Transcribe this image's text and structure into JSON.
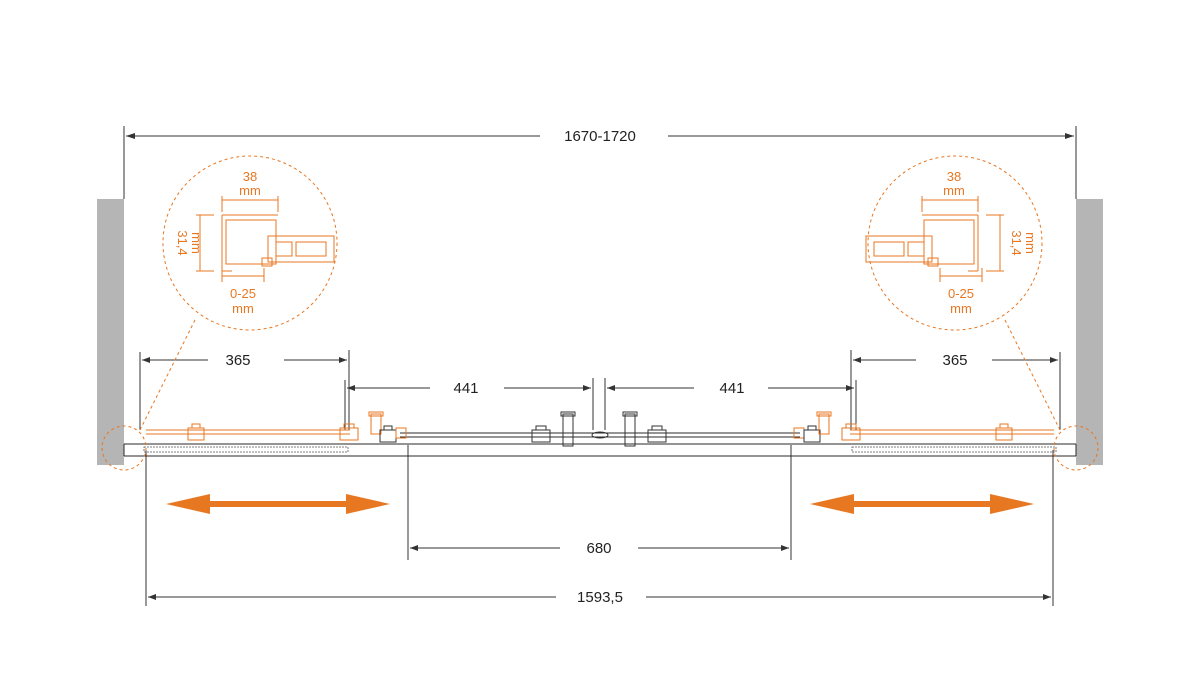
{
  "dimensions": {
    "overall_range": "1670-1720",
    "left_panel_width": "365",
    "right_panel_width": "365",
    "left_center_offset": "441",
    "right_center_offset": "441",
    "opening_width": "680",
    "total_width": "1593,5"
  },
  "details": {
    "left": {
      "profile_width_value": "38",
      "profile_width_unit": "mm",
      "profile_depth_value": "31,4",
      "profile_depth_unit": "mm",
      "adjust_range_value": "0-25",
      "adjust_range_unit": "mm"
    },
    "right": {
      "profile_width_value": "38",
      "profile_width_unit": "mm",
      "profile_depth_value": "31,4",
      "profile_depth_unit": "mm",
      "adjust_range_value": "0-25",
      "adjust_range_unit": "mm"
    }
  },
  "colors": {
    "accent": "#e87722",
    "wall": "#b5b5b5",
    "line": "#333333"
  },
  "icons": {
    "left_arrow": "double-headed-arrow-icon",
    "right_arrow": "double-headed-arrow-icon"
  }
}
